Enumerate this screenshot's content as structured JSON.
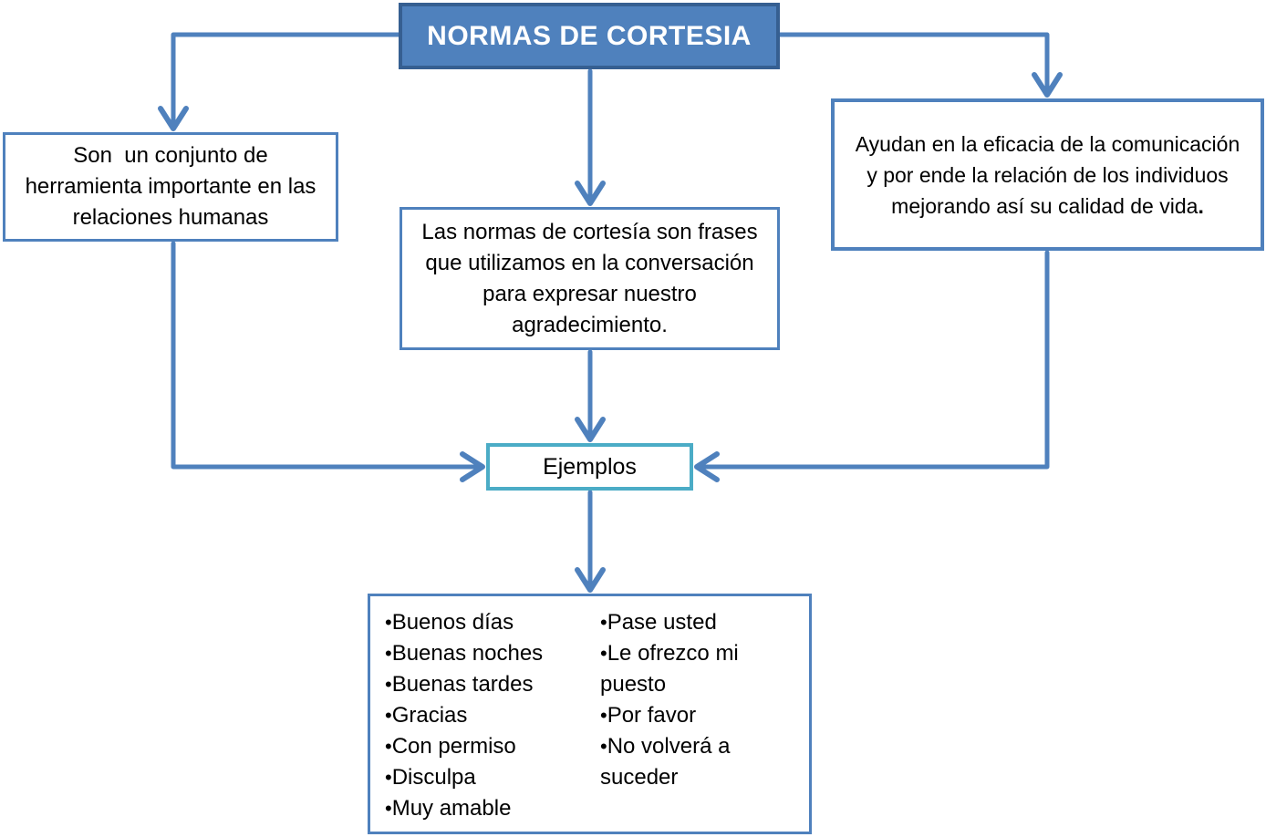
{
  "title": "NORMAS DE CORTESIA",
  "boxes": {
    "left": {
      "text": "Son  un conjunto de herramienta importante en las relaciones humanas"
    },
    "center": {
      "text": "Las normas de cortesía son frases que utilizamos en la conversación para expresar nuestro agradecimiento."
    },
    "right": {
      "text": "Ayudan en la eficacia de la comunicación y por ende la relación de los individuos mejorando así su calidad de vida",
      "period": "."
    },
    "ejemplos": {
      "label": "Ejemplos"
    }
  },
  "examples": {
    "left_column": [
      "Buenos días",
      "Buenas noches",
      "Buenas tardes",
      "Gracias",
      "Con permiso",
      "Disculpa",
      "Muy amable"
    ],
    "right_column": [
      "Pase usted",
      "Le ofrezco mi puesto",
      "Por favor",
      "No volverá a suceder"
    ]
  },
  "colors": {
    "accent_blue": "#4f81bd",
    "dark_blue": "#365f91",
    "teal": "#4bacc6",
    "title_text": "#ffffff",
    "body_text": "#000000"
  }
}
